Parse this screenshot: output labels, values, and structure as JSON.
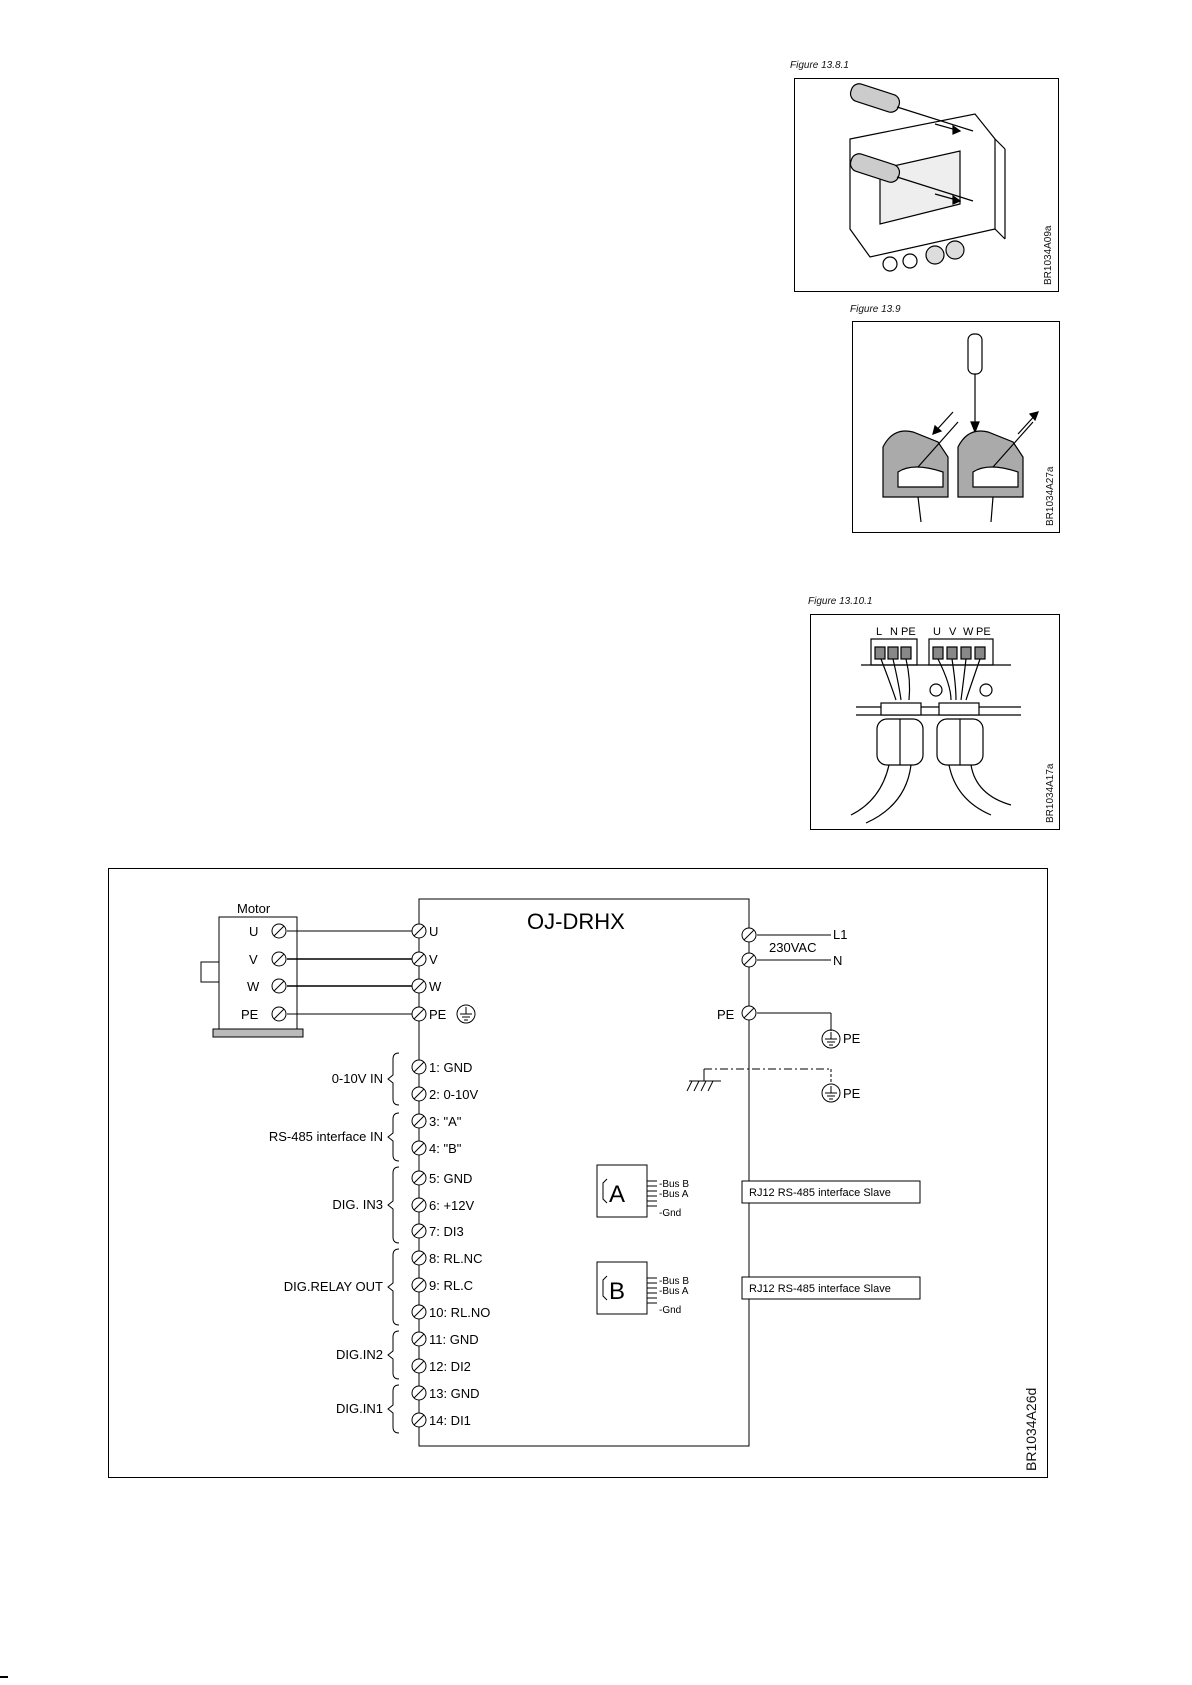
{
  "figures": {
    "f1": {
      "label": "Figure 13.8.1",
      "code": "BR1034A09a"
    },
    "f2": {
      "label": "Figure 13.9",
      "code": "BR1034A27a"
    },
    "f3": {
      "label": "Figure 13.10.1",
      "code": "BR1034A17a",
      "left_terminals": [
        "L",
        "N",
        "PE"
      ],
      "right_terminals": [
        "U",
        "V",
        "W",
        "PE"
      ]
    }
  },
  "wiring": {
    "title": "OJ-DRHX",
    "motor_label": "Motor",
    "motor_terminals": [
      "U",
      "V",
      "W",
      "PE"
    ],
    "drive_motor_terminals": [
      "U",
      "V",
      "W",
      "PE"
    ],
    "supply": {
      "l1": "L1",
      "n": "N",
      "voltage": "230VAC",
      "pe_terminal": "PE",
      "pe1": "PE",
      "pe2": "PE"
    },
    "terminals": [
      "1: GND",
      "2: 0-10V",
      "3: \"A\"",
      "4: \"B\"",
      "5: GND",
      "6: +12V",
      "7: DI3",
      "8: RL.NC",
      "9: RL.C",
      "10: RL.NO",
      "11: GND",
      "12: DI2",
      "13: GND",
      "14: DI1"
    ],
    "groups": [
      "0-10V IN",
      "RS-485 interface IN",
      "DIG. IN3",
      "DIG.RELAY OUT",
      "DIG.IN2",
      "DIG.IN1"
    ],
    "rj12": [
      {
        "letter": "A",
        "pins": [
          "-Bus B",
          "-Bus A",
          "-Gnd"
        ],
        "label": "RJ12 RS-485 interface Slave"
      },
      {
        "letter": "B",
        "pins": [
          "-Bus B",
          "-Bus A",
          "-Gnd"
        ],
        "label": "RJ12 RS-485 interface Slave"
      }
    ],
    "code": "BR1034A26d"
  }
}
